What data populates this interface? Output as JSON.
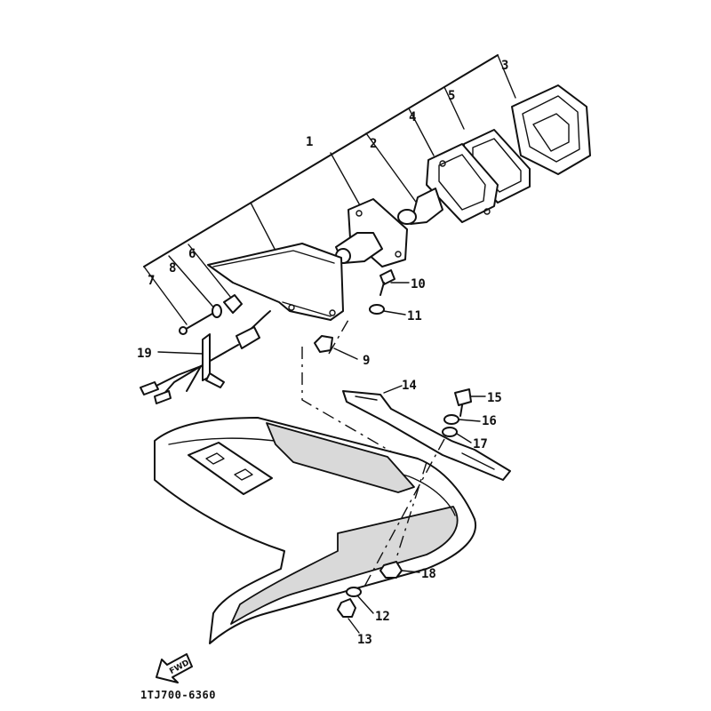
{
  "parts": [
    {
      "id": "1",
      "label": "1"
    },
    {
      "id": "2",
      "label": "2"
    },
    {
      "id": "3",
      "label": "3"
    },
    {
      "id": "4",
      "label": "4"
    },
    {
      "id": "5",
      "label": "5"
    },
    {
      "id": "6",
      "label": "6"
    },
    {
      "id": "7",
      "label": "7"
    },
    {
      "id": "8",
      "label": "8"
    },
    {
      "id": "9",
      "label": "9"
    },
    {
      "id": "10",
      "label": "10"
    },
    {
      "id": "11",
      "label": "11"
    },
    {
      "id": "12",
      "label": "12"
    },
    {
      "id": "13",
      "label": "13"
    },
    {
      "id": "14",
      "label": "14"
    },
    {
      "id": "15",
      "label": "15"
    },
    {
      "id": "16",
      "label": "16"
    },
    {
      "id": "17",
      "label": "17"
    },
    {
      "id": "18",
      "label": "18"
    },
    {
      "id": "19",
      "label": "19"
    }
  ],
  "direction_marker": "FWD",
  "drawing_code": "1TJ700-6360"
}
